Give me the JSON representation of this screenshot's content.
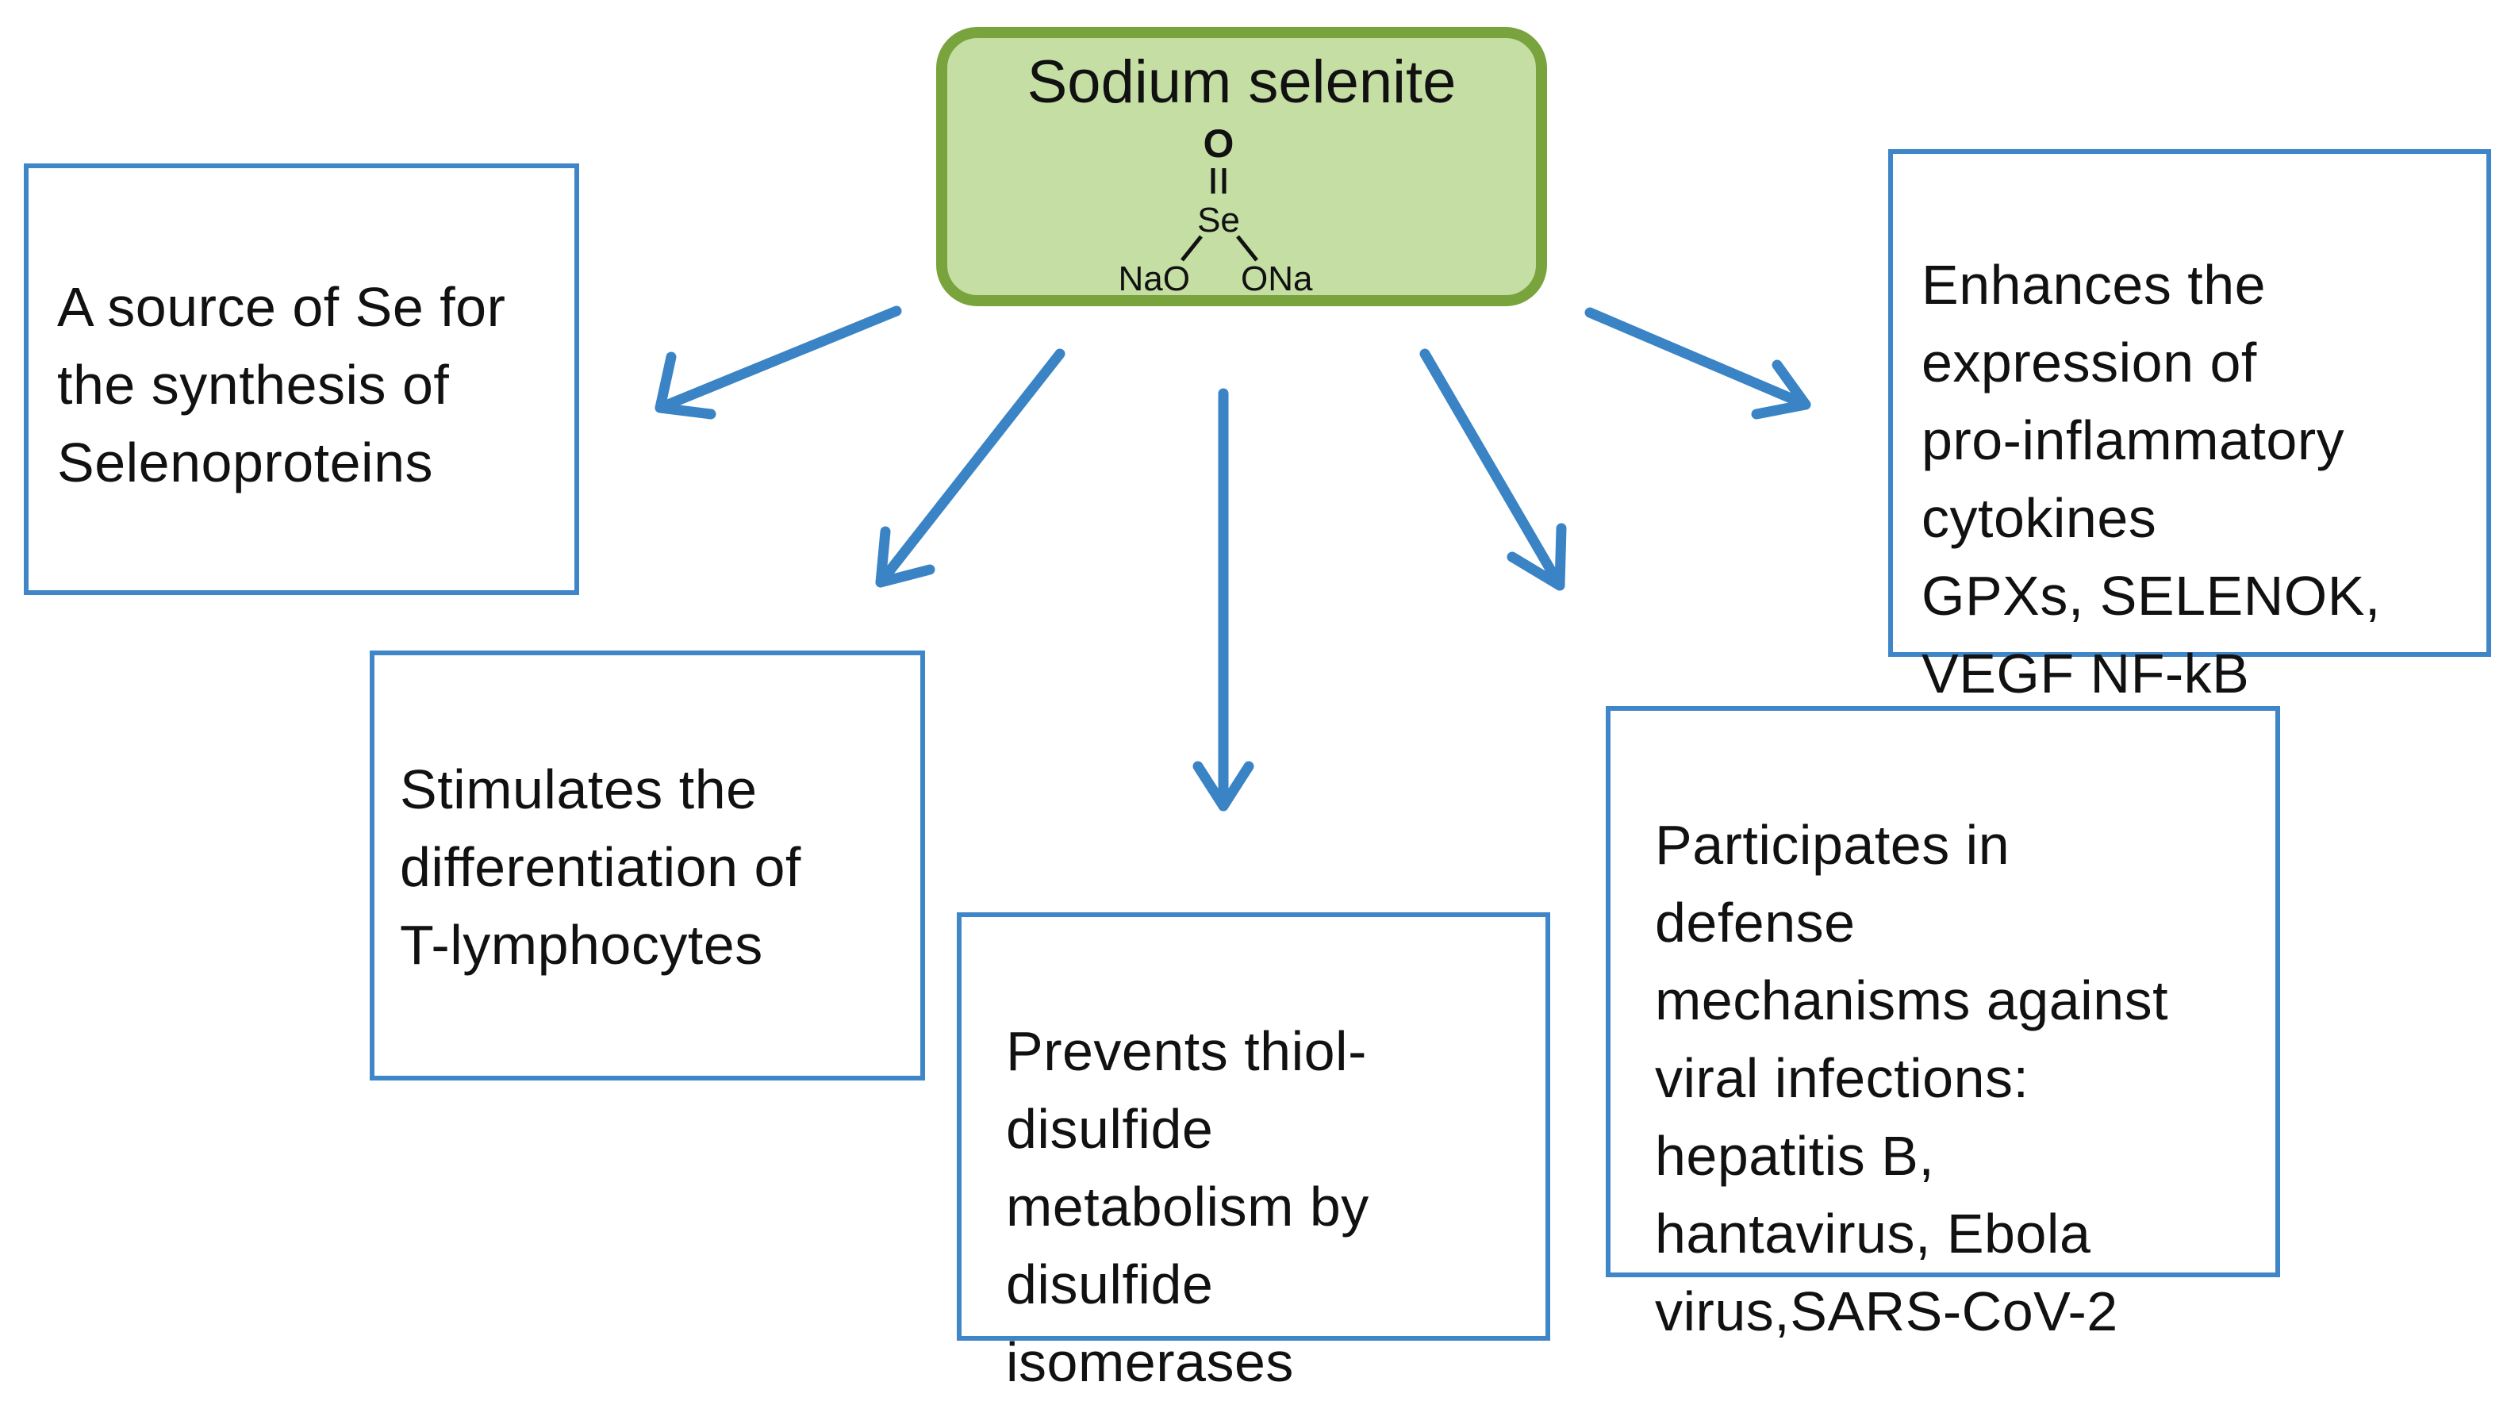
{
  "center": {
    "title": "Sodium selenite",
    "formula": {
      "top_atom": "O",
      "center_atom": "Se",
      "left_group": "NaO",
      "right_group": "ONa"
    }
  },
  "boxes": {
    "source": "A source of Se for\nthe synthesis of\nSelenoproteins",
    "tlymph": "Stimulates the\ndifferentiation of\nT-lymphocytes",
    "thiol": "Prevents thiol-\ndisulfide\nmetabolism by\ndisulfide\nisomerases",
    "viral": "Participates in\ndefense\nmechanisms against\nviral infections:\nhepatitis B,\nhantavirus,  Ebola\nvirus,SARS-CoV-2",
    "cytokines": "Enhances the\nexpression of\npro-inflammatory\ncytokines\nGPXs, SELENOK,\nVEGF NF-kB"
  },
  "colors": {
    "arrow": "#3a84c6",
    "box_border": "#3f86c9",
    "center_fill": "#c5dea4",
    "center_border": "#79a43d"
  }
}
